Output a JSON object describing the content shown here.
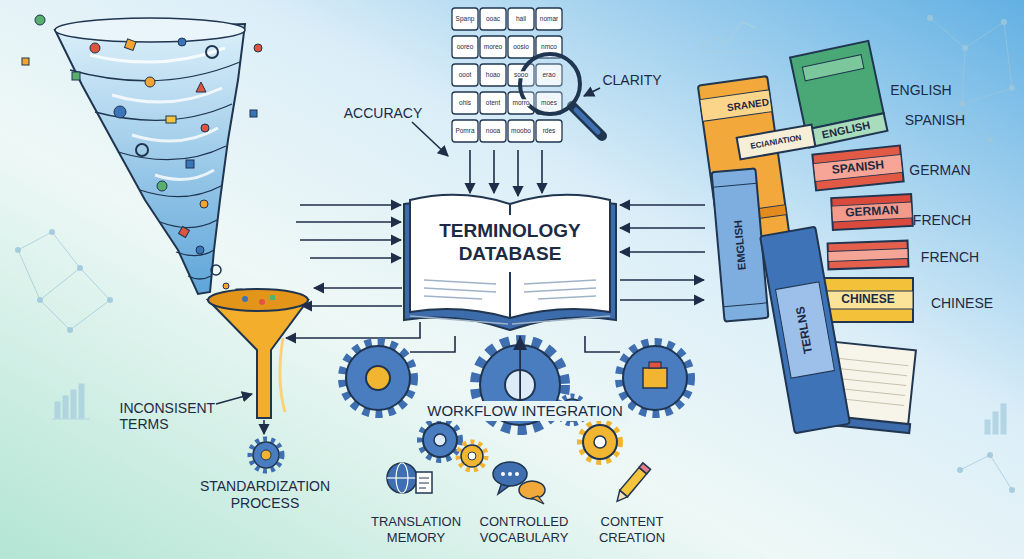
{
  "diagram": {
    "nodes": [
      {
        "text": [
          "TERMINOLOGY DATABASE"
        ]
      },
      {
        "text": [
          "WORKFLOW INTEGRATION"
        ]
      },
      {
        "text": [
          "TRANSLATION MEMORY"
        ]
      },
      {
        "text": [
          "CONTROLLED VOCABULARY"
        ]
      },
      {
        "text": [
          "CONTENT CREATION"
        ]
      },
      {
        "text": [
          "STANDARDIZATION PROCESS"
        ]
      }
    ],
    "edges": [
      {
        "from": 1,
        "to": 0,
        "arrow": "to"
      }
    ],
    "labels": [
      "ACCURACY",
      "CLARITY",
      "INCONSISENT TERMS",
      "Spanp",
      "ooac",
      "hail",
      "nomar",
      "ooreo",
      "moreo",
      "oosio",
      "nmco",
      "ooot",
      "hoao",
      "sooo",
      "erao",
      "ohis",
      "otent",
      "morro",
      "moes",
      "Pomra",
      "nooa",
      "moobo",
      "rdes",
      "SRANED",
      "ECIANIATION",
      "EMGLISH",
      "ENGLISH",
      "SPANISH",
      "GERMAN",
      "TERLNS",
      "CHINESE",
      "ENGLISH",
      "SPANISH",
      "GERMAN",
      "FRENCH",
      "FRENCH",
      "CHINESE"
    ]
  }
}
